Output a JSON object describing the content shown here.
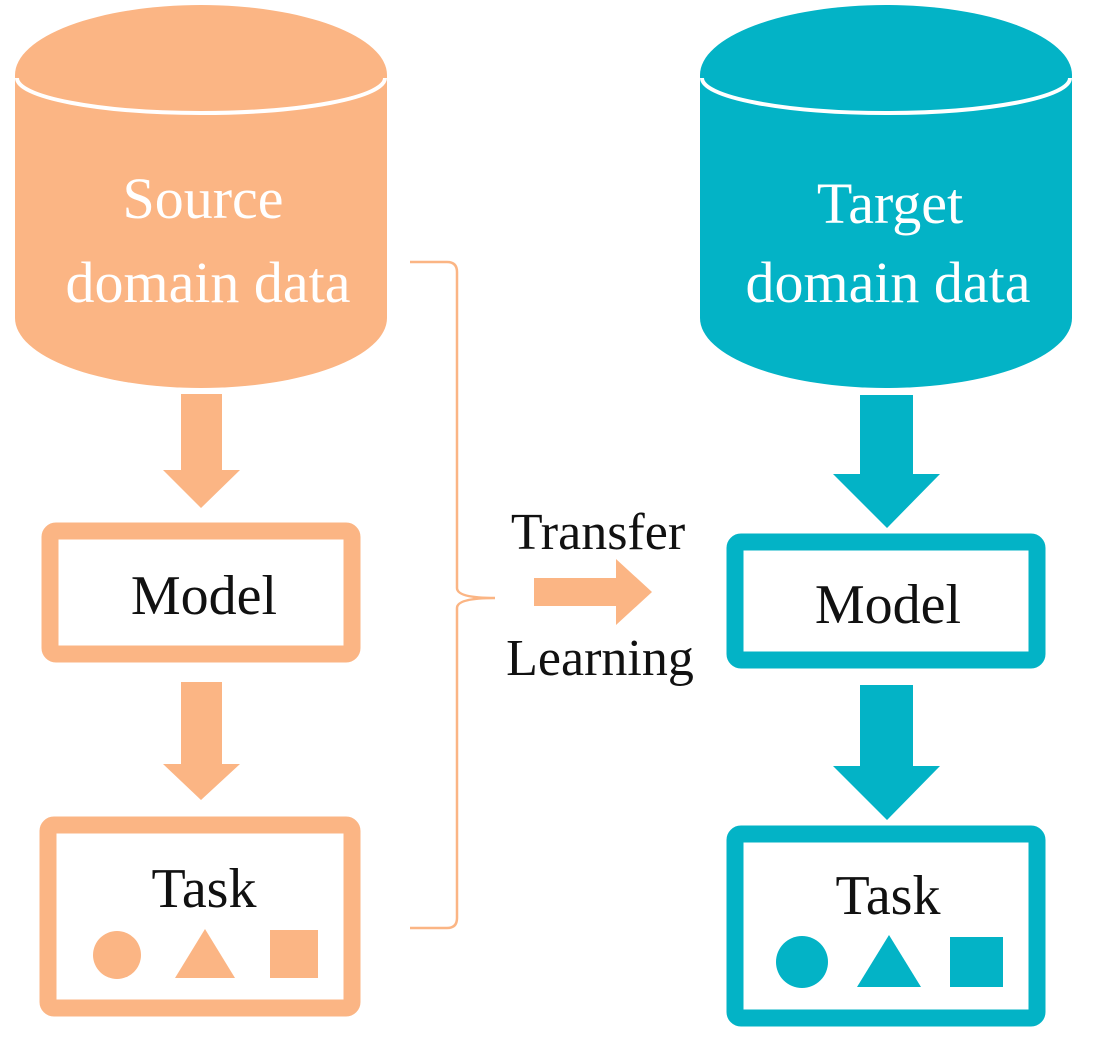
{
  "colors": {
    "source": "#FBB584",
    "target": "#03B3C6",
    "text_dark": "#111111",
    "text_light": "#ffffff",
    "background": "#ffffff"
  },
  "source": {
    "db_line1": "Source",
    "db_line2": "domain data",
    "model_label": "Model",
    "task_label": "Task",
    "task_icons": [
      "circle-icon",
      "triangle-icon",
      "square-icon"
    ]
  },
  "target": {
    "db_line1": "Target",
    "db_line2": "domain data",
    "model_label": "Model",
    "task_label": "Task",
    "task_icons": [
      "circle-icon",
      "triangle-icon",
      "square-icon"
    ]
  },
  "transfer": {
    "line1": "Transfer",
    "line2": "Learning"
  }
}
